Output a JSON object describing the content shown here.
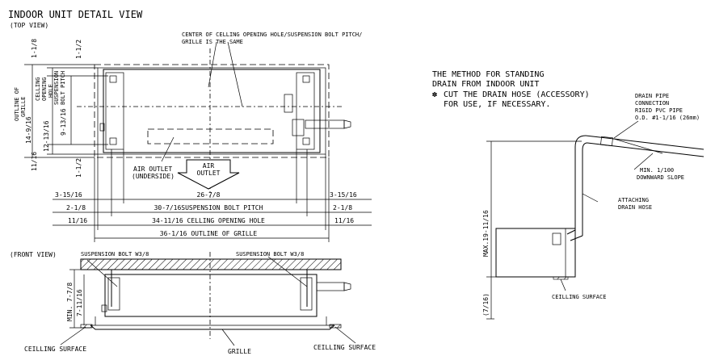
{
  "title": "INDOOR UNIT DETAIL VIEW",
  "top_view": {
    "label": "(TOP VIEW)",
    "note": [
      "CENTER OF CELLING OPENING HOLE/SUSPENSION BOLT PITCH/",
      "GRILLE IS THE SAME"
    ],
    "left_dims": {
      "outline_of_grille": [
        "OUTLINE OF",
        "GRILLE"
      ],
      "ceiling_opening_hole": [
        "CELLING",
        "OPENING",
        "HOLE"
      ],
      "suspension_bolt_pitch": [
        "SUSPENSION",
        "BOLT PITCH"
      ],
      "v1": "1-1/8",
      "v2": "1-1/2",
      "v3": "14-9/16",
      "v4": "12-13/16",
      "v5": "9-13/16",
      "v6": "11/16",
      "v7": "1-1/2"
    },
    "air_outlet_underside": [
      "AIR OUTLET",
      "(UNDERSIDE)"
    ],
    "air_outlet_arrow": [
      "AIR",
      "OUTLET"
    ],
    "bottom_dims": {
      "left_side": "3-15/16",
      "right_side": "3-15/16",
      "middle": "26-7/8",
      "bolt_pitch": "30-7/16SUSPENSION BOLT PITCH",
      "bolt_left": "2-1/8",
      "bolt_right": "2-1/8",
      "opening": "34-11/16 CELLING OPENING HOLE",
      "open_left": "11/16",
      "open_right": "11/16",
      "outline": "36-1/16 OUTLINE OF GRILLE"
    }
  },
  "front_view": {
    "label": "(FRONT VIEW)",
    "bolt_left": "SUSPENSION BOLT W3/8",
    "bolt_right": "SUSPENSION BOLT W3/8",
    "min_height": "MIN. 7-7/8",
    "unit_height": "7-11/16",
    "ceiling_left": "CEILLING SURFACE",
    "ceiling_right": "CEILLING SURFACE",
    "grille": "GRILLE"
  },
  "drain": {
    "heading": [
      "THE METHOD FOR STANDING",
      "DRAIN FROM INDOOR UNIT"
    ],
    "bullet": "✽",
    "note": [
      "CUT THE DRAIN HOSE (ACCESSORY)",
      "FOR USE, IF NECESSARY."
    ],
    "pipe_label": [
      "DRAIN PIPE",
      "CONNECTION",
      "RIGID PVC PIPE",
      "O.D. #1-1/16 (26mm)"
    ],
    "slope": [
      "MIN. 1/100",
      "DOWNWARD SLOPE"
    ],
    "hose": [
      "ATTACHING",
      "DRAIN HOSE"
    ],
    "max_height": "MAX.19-11/16",
    "bottom_dim": "(7/16)",
    "ceiling": "CEILLING SURFACE"
  }
}
